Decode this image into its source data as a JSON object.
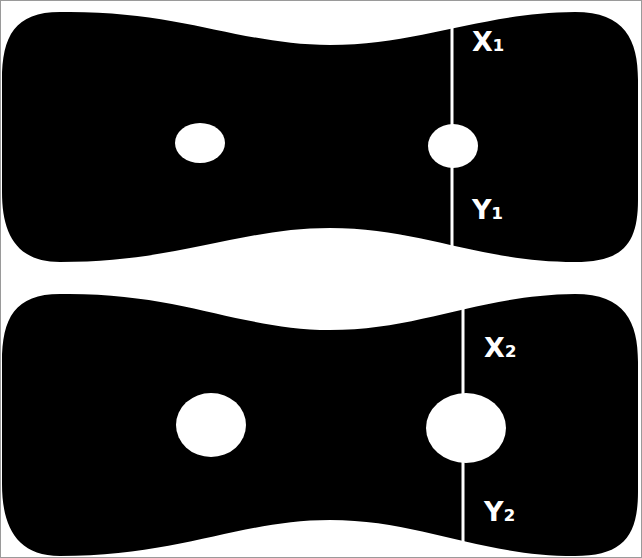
{
  "diagram": {
    "labels": [
      "X₁",
      "Y₁",
      "X₂",
      "Y₂"
    ]
  }
}
